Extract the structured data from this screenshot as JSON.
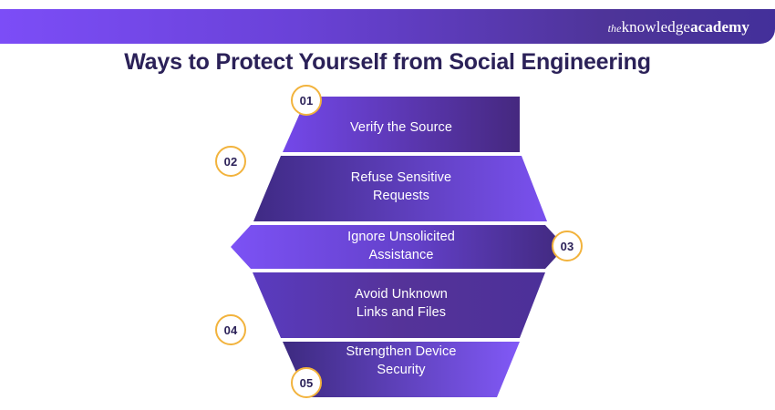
{
  "header": {
    "logo": {
      "part_the": "the",
      "part_knowledge": "knowledge",
      "part_academy": "academy"
    },
    "gradient_start": "#7c4df7",
    "gradient_end": "#43309a"
  },
  "title": "Ways to Protect Yourself from Social Engineering",
  "title_color": "#2b2158",
  "badge": {
    "border_color": "#f2b33d",
    "text_color": "#2b2158",
    "fill_color": "#ffffff"
  },
  "funnel": {
    "steps": [
      {
        "number": "01",
        "label": "Verify the Source",
        "shape": "trapezoid-down",
        "badge_side": "top-left",
        "gradient_from": "#7448ea",
        "gradient_to": "#45287f"
      },
      {
        "number": "02",
        "label": "Refuse Sensitive\nRequests",
        "shape": "trapezoid-down",
        "badge_side": "left",
        "gradient_from": "#3f2a84",
        "gradient_to": "#7a51ef"
      },
      {
        "number": "03",
        "label": "Ignore Unsolicited\nAssistance",
        "shape": "hexagon",
        "badge_side": "right",
        "gradient_from": "#7c52f5",
        "gradient_to": "#41297e"
      },
      {
        "number": "04",
        "label": "Avoid Unknown\nLinks and Files",
        "shape": "trapezoid-up",
        "badge_side": "bottom-left",
        "gradient_from": "#5a3bc0",
        "gradient_to": "#4c3099"
      },
      {
        "number": "05",
        "label": "Strengthen Device\nSecurity",
        "shape": "trapezoid-up",
        "badge_side": "bottom-left",
        "gradient_from": "#3d2a80",
        "gradient_to": "#8159f7"
      }
    ]
  }
}
